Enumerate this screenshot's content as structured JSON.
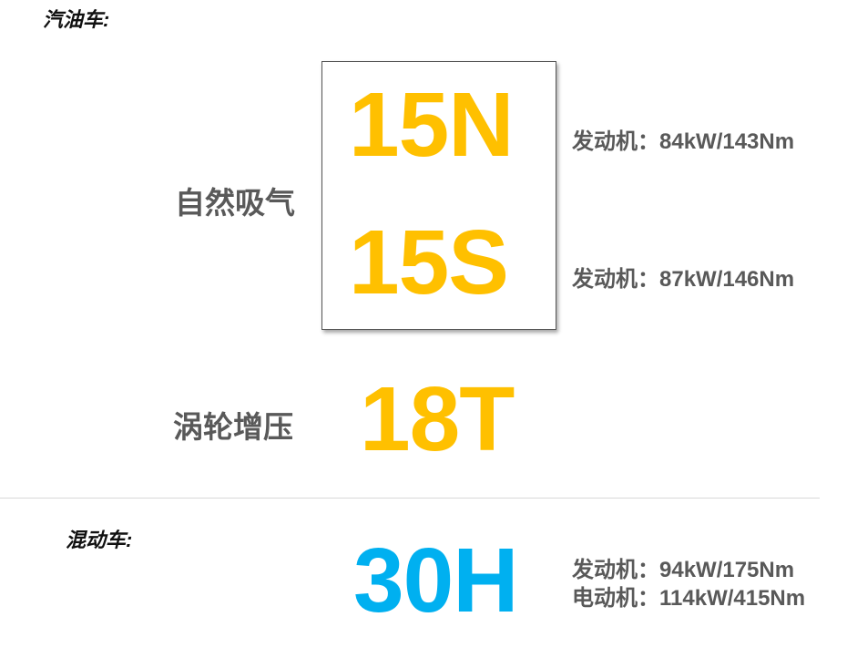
{
  "colors": {
    "gasoline_code": "#FFC000",
    "hybrid_code": "#00B0F0",
    "label_gray": "#595959"
  },
  "gasoline": {
    "title": "汽油车:",
    "natural_aspiration": {
      "label": "自然吸气",
      "engines": [
        {
          "code": "15N",
          "spec": "发动机：84kW/143Nm"
        },
        {
          "code": "15S",
          "spec": "发动机：87kW/146Nm"
        }
      ]
    },
    "turbo": {
      "label": "涡轮增压",
      "code": "18T"
    }
  },
  "hybrid": {
    "title": "混动车:",
    "code": "30H",
    "engine_spec": "发动机：94kW/175Nm",
    "motor_spec": "电动机：114kW/415Nm"
  }
}
